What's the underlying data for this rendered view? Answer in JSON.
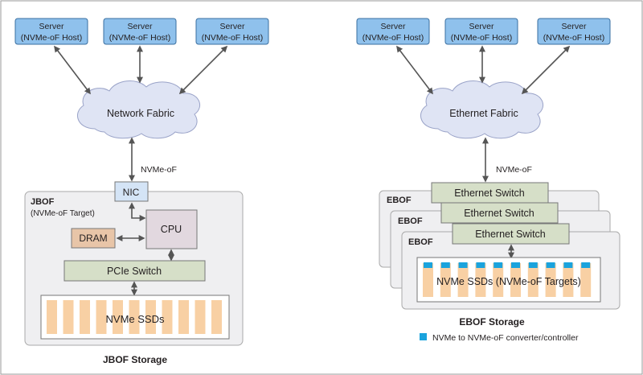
{
  "colors": {
    "server_fill": "#8fc1ec",
    "server_stroke": "#3a6fa0",
    "cloud_fill": "#dfe4f4",
    "cloud_stroke": "#9aa3c8",
    "nic_fill": "#d4e4f6",
    "cpu_fill": "#e2d8df",
    "dram_fill": "#e8c5a8",
    "switch_fill": "#d6dfc8",
    "ssd_fill": "#f8d0a4",
    "panel_fill": "#efeff1",
    "converter": "#1aa3dd",
    "arrow": "#555555"
  },
  "left": {
    "servers": [
      {
        "line1": "Server",
        "line2": "(NVMe-oF Host)"
      },
      {
        "line1": "Server",
        "line2": "(NVMe-oF Host)"
      },
      {
        "line1": "Server",
        "line2": "(NVMe-oF Host)"
      }
    ],
    "fabric": "Network Fabric",
    "link_label": "NVMe-oF",
    "nic": "NIC",
    "jbof_title": "JBOF",
    "jbof_subtitle": "(NVMe-oF Target)",
    "cpu": "CPU",
    "dram": "DRAM",
    "pcie_switch": "PCIe Switch",
    "ssds": "NVMe SSDs",
    "caption": "JBOF Storage"
  },
  "right": {
    "servers": [
      {
        "line1": "Server",
        "line2": "(NVMe-oF Host)"
      },
      {
        "line1": "Server",
        "line2": "(NVMe-oF Host)"
      },
      {
        "line1": "Server",
        "line2": "(NVMe-oF Host)"
      }
    ],
    "fabric": "Ethernet Fabric",
    "link_label": "NVMe-oF",
    "ebof_labels": [
      "EBOF",
      "EBOF",
      "EBOF"
    ],
    "switches": [
      "Ethernet Switch",
      "Ethernet Switch",
      "Ethernet Switch"
    ],
    "ssds": "NVMe SSDs (NVMe-oF Targets)",
    "caption": "EBOF Storage",
    "legend": "NVMe to NVMe-oF converter/controller"
  }
}
